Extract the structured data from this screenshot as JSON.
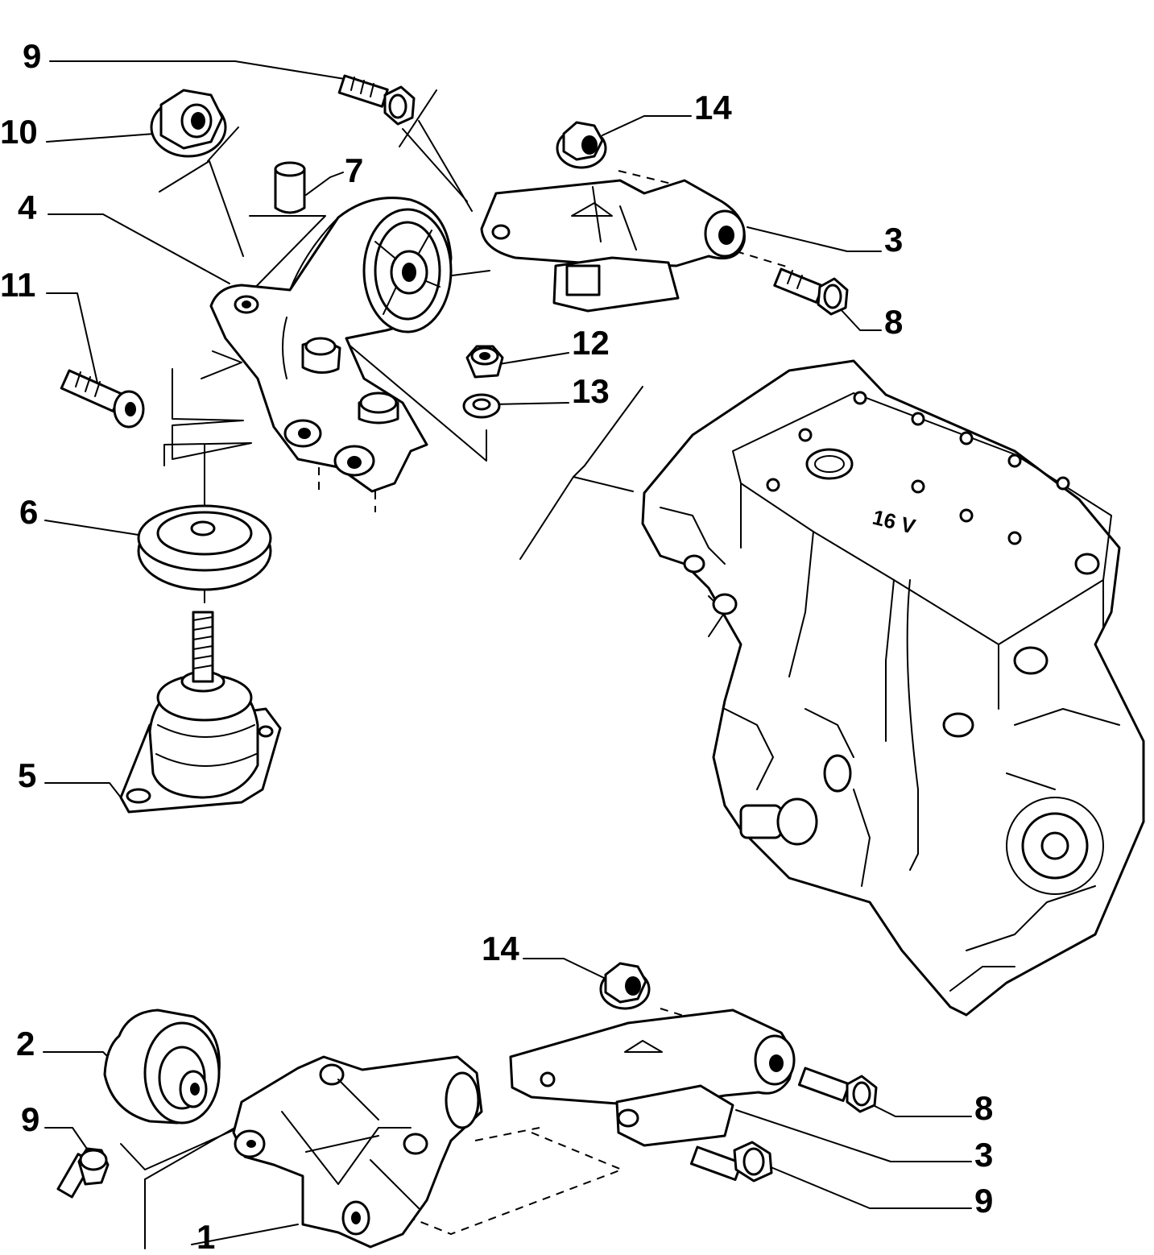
{
  "diagram": {
    "callouts": [
      {
        "id": "c9a",
        "label": "9"
      },
      {
        "id": "c10",
        "label": "10"
      },
      {
        "id": "c7",
        "label": "7"
      },
      {
        "id": "c4",
        "label": "4"
      },
      {
        "id": "c11",
        "label": "11"
      },
      {
        "id": "c14a",
        "label": "14"
      },
      {
        "id": "c3a",
        "label": "3"
      },
      {
        "id": "c8a",
        "label": "8"
      },
      {
        "id": "c12",
        "label": "12"
      },
      {
        "id": "c13",
        "label": "13"
      },
      {
        "id": "c6",
        "label": "6"
      },
      {
        "id": "c5",
        "label": "5"
      },
      {
        "id": "c14b",
        "label": "14"
      },
      {
        "id": "c2",
        "label": "2"
      },
      {
        "id": "c9b",
        "label": "9"
      },
      {
        "id": "c8b",
        "label": "8"
      },
      {
        "id": "c3b",
        "label": "3"
      },
      {
        "id": "c9c",
        "label": "9"
      },
      {
        "id": "c1",
        "label": "1"
      }
    ],
    "engine_marking": "16 V"
  }
}
